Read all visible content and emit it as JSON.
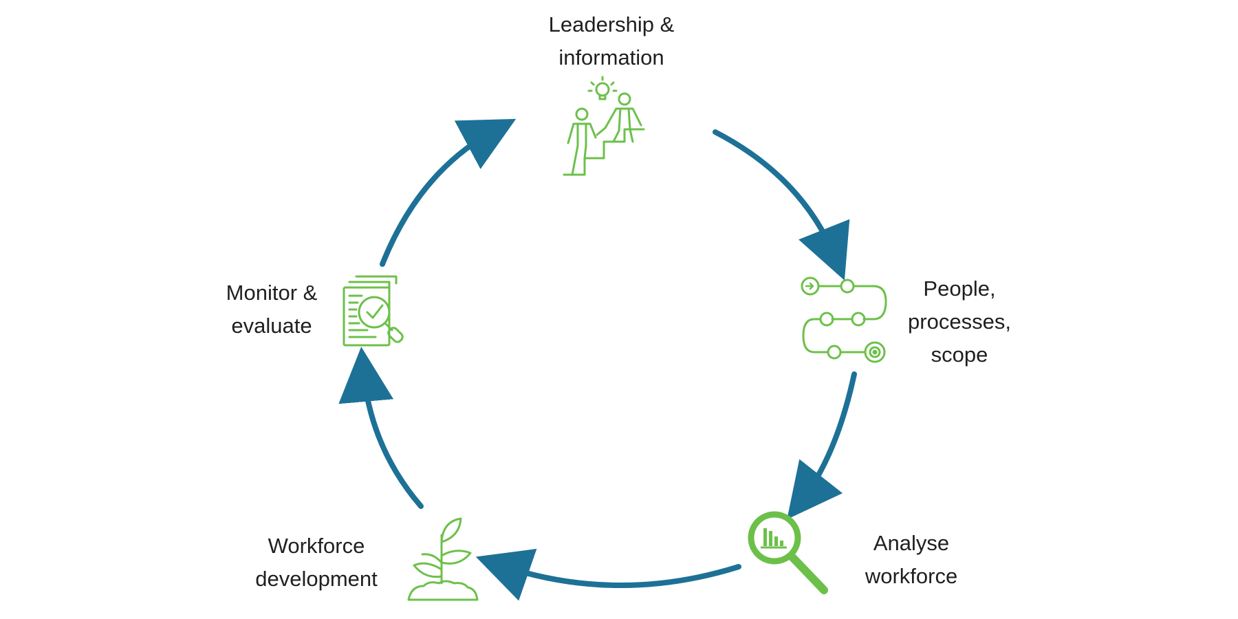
{
  "diagram": {
    "title": "",
    "type": "cycle",
    "colors": {
      "arrow": "#1d7196",
      "icon": "#6cc04a",
      "text": "#1f1f1f",
      "background": "#ffffff"
    },
    "stages": [
      {
        "id": "leadership",
        "lines": [
          "Leadership &",
          "information"
        ],
        "icon": "people-climbing-steps-lightbulb-icon"
      },
      {
        "id": "people",
        "lines": [
          "People,",
          "processes,",
          "scope"
        ],
        "icon": "process-path-target-icon"
      },
      {
        "id": "analyse",
        "lines": [
          "Analyse",
          "workforce"
        ],
        "icon": "magnifier-bar-chart-icon"
      },
      {
        "id": "workforce",
        "lines": [
          "Workforce",
          "development"
        ],
        "icon": "sprouting-plant-icon"
      },
      {
        "id": "monitor",
        "lines": [
          "Monitor &",
          "evaluate"
        ],
        "icon": "document-check-magnifier-icon"
      }
    ],
    "flow": [
      [
        "leadership",
        "people"
      ],
      [
        "people",
        "analyse"
      ],
      [
        "analyse",
        "workforce"
      ],
      [
        "workforce",
        "monitor"
      ],
      [
        "monitor",
        "leadership"
      ]
    ]
  }
}
